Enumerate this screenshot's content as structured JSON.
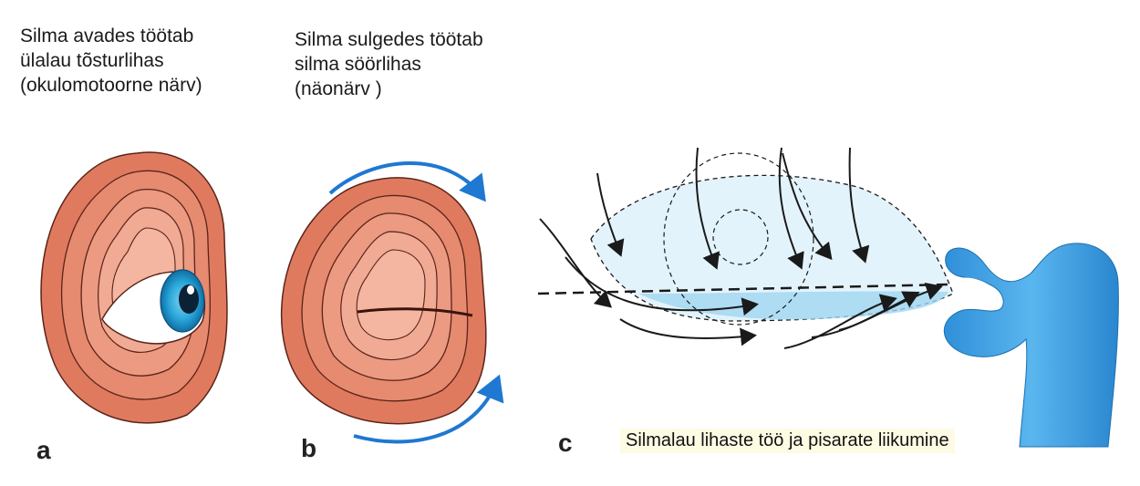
{
  "captions": {
    "a": [
      "Silma avades töötab",
      "ülalau tõsturlihas",
      "(okulomotoorne närv)"
    ],
    "b": [
      "Silma sulgedes töötab",
      "silma söörlihas",
      "(näonärv )"
    ]
  },
  "panel_labels": {
    "a": "a",
    "b": "b",
    "c": "c"
  },
  "footer_caption": "Silmalau lihaste töö ja pisarate liikumine",
  "colors": {
    "muscle": "#e07a5f",
    "muscle_light": "#f2b6a2",
    "muscle_line": "#5a2418",
    "arrow_blue": "#1f78d1",
    "duct_blue": "#3a9be0",
    "tear_light": "#d7eef8",
    "caption_highlight": "#fdfbe3"
  }
}
